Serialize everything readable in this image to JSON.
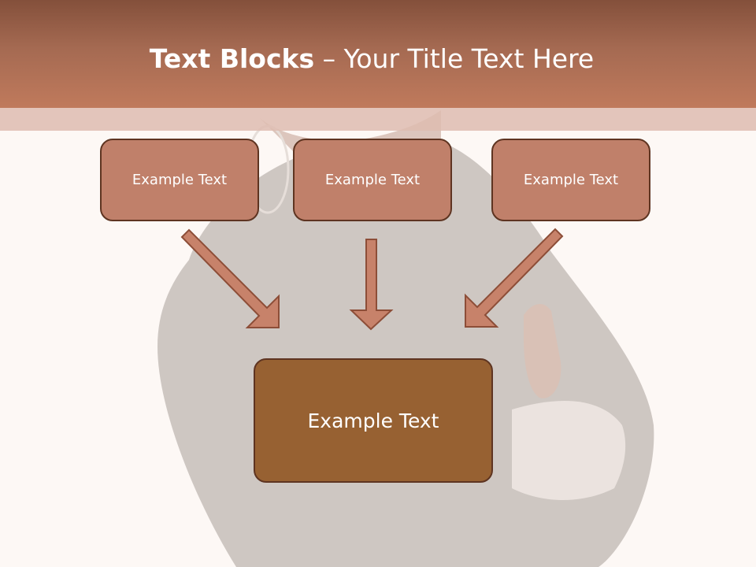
{
  "title": {
    "bold": "Text Blocks",
    "rest": " – Your Title Text Here"
  },
  "blocks": [
    {
      "label": "Example Text"
    },
    {
      "label": "Example Text"
    },
    {
      "label": "Example Text"
    }
  ],
  "main_block": {
    "label": "Example Text"
  },
  "colors": {
    "header": "#a86a52",
    "small_box_fill": "#c0806a",
    "main_box_fill": "#976132",
    "box_border": "#5e3421",
    "arrow_fill": "#c7826a"
  }
}
